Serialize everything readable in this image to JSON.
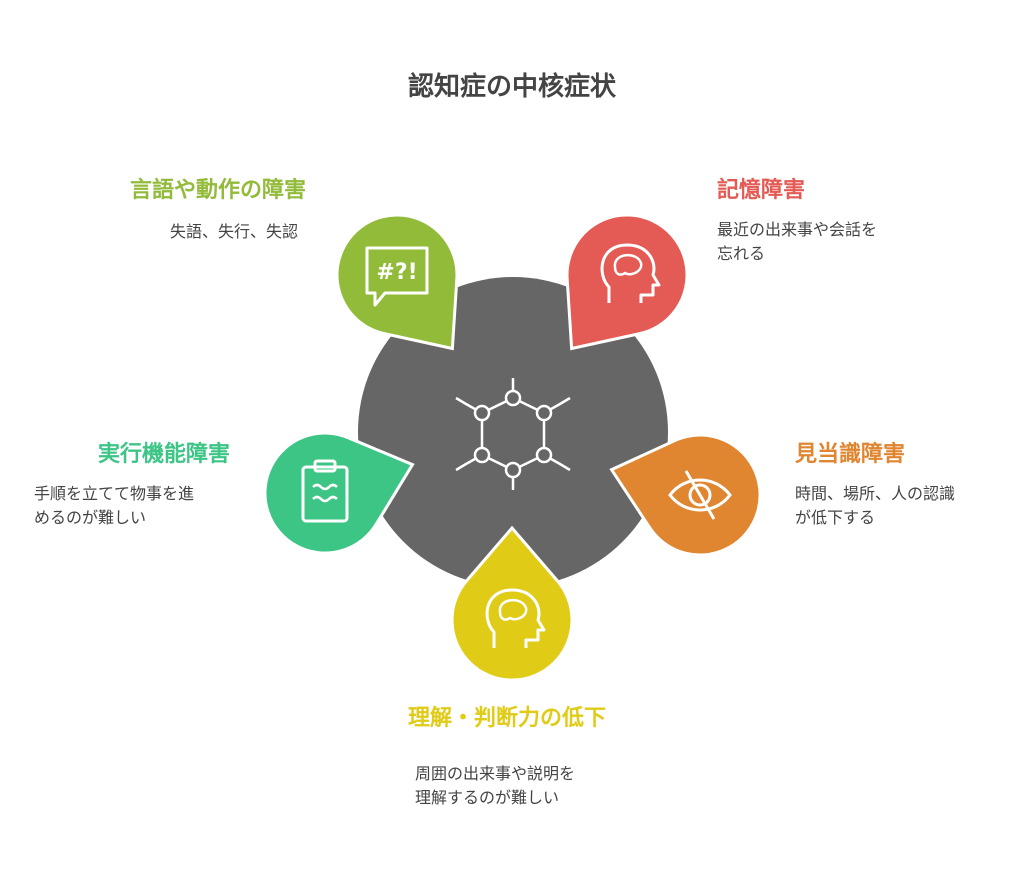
{
  "title": "認知症の中核症状",
  "items": [
    {
      "heading": "言語や動作の障害",
      "desc": "失語、失行、失認",
      "color": "#92bb3a",
      "icon": "speech-bubble-icon"
    },
    {
      "heading": "記憶障害",
      "desc": "最近の出来事や会話を\n忘れる",
      "color": "#e45a55",
      "icon": "brain-head-icon"
    },
    {
      "heading": "見当識障害",
      "desc": "時間、場所、人の認識\nが低下する",
      "color": "#e08631",
      "icon": "eye-slash-icon"
    },
    {
      "heading": "理解・判断力の低下",
      "desc": "周囲の出来事や説明を\n理解するのが難しい",
      "color": "#e0cb17",
      "icon": "brain-head-icon"
    },
    {
      "heading": "実行機能障害",
      "desc": "手順を立てて物事を進\nめるのが難しい",
      "color": "#3cc585",
      "icon": "clipboard-icon"
    }
  ],
  "center": {
    "color": "#666666",
    "icon": "molecule-network-icon"
  }
}
